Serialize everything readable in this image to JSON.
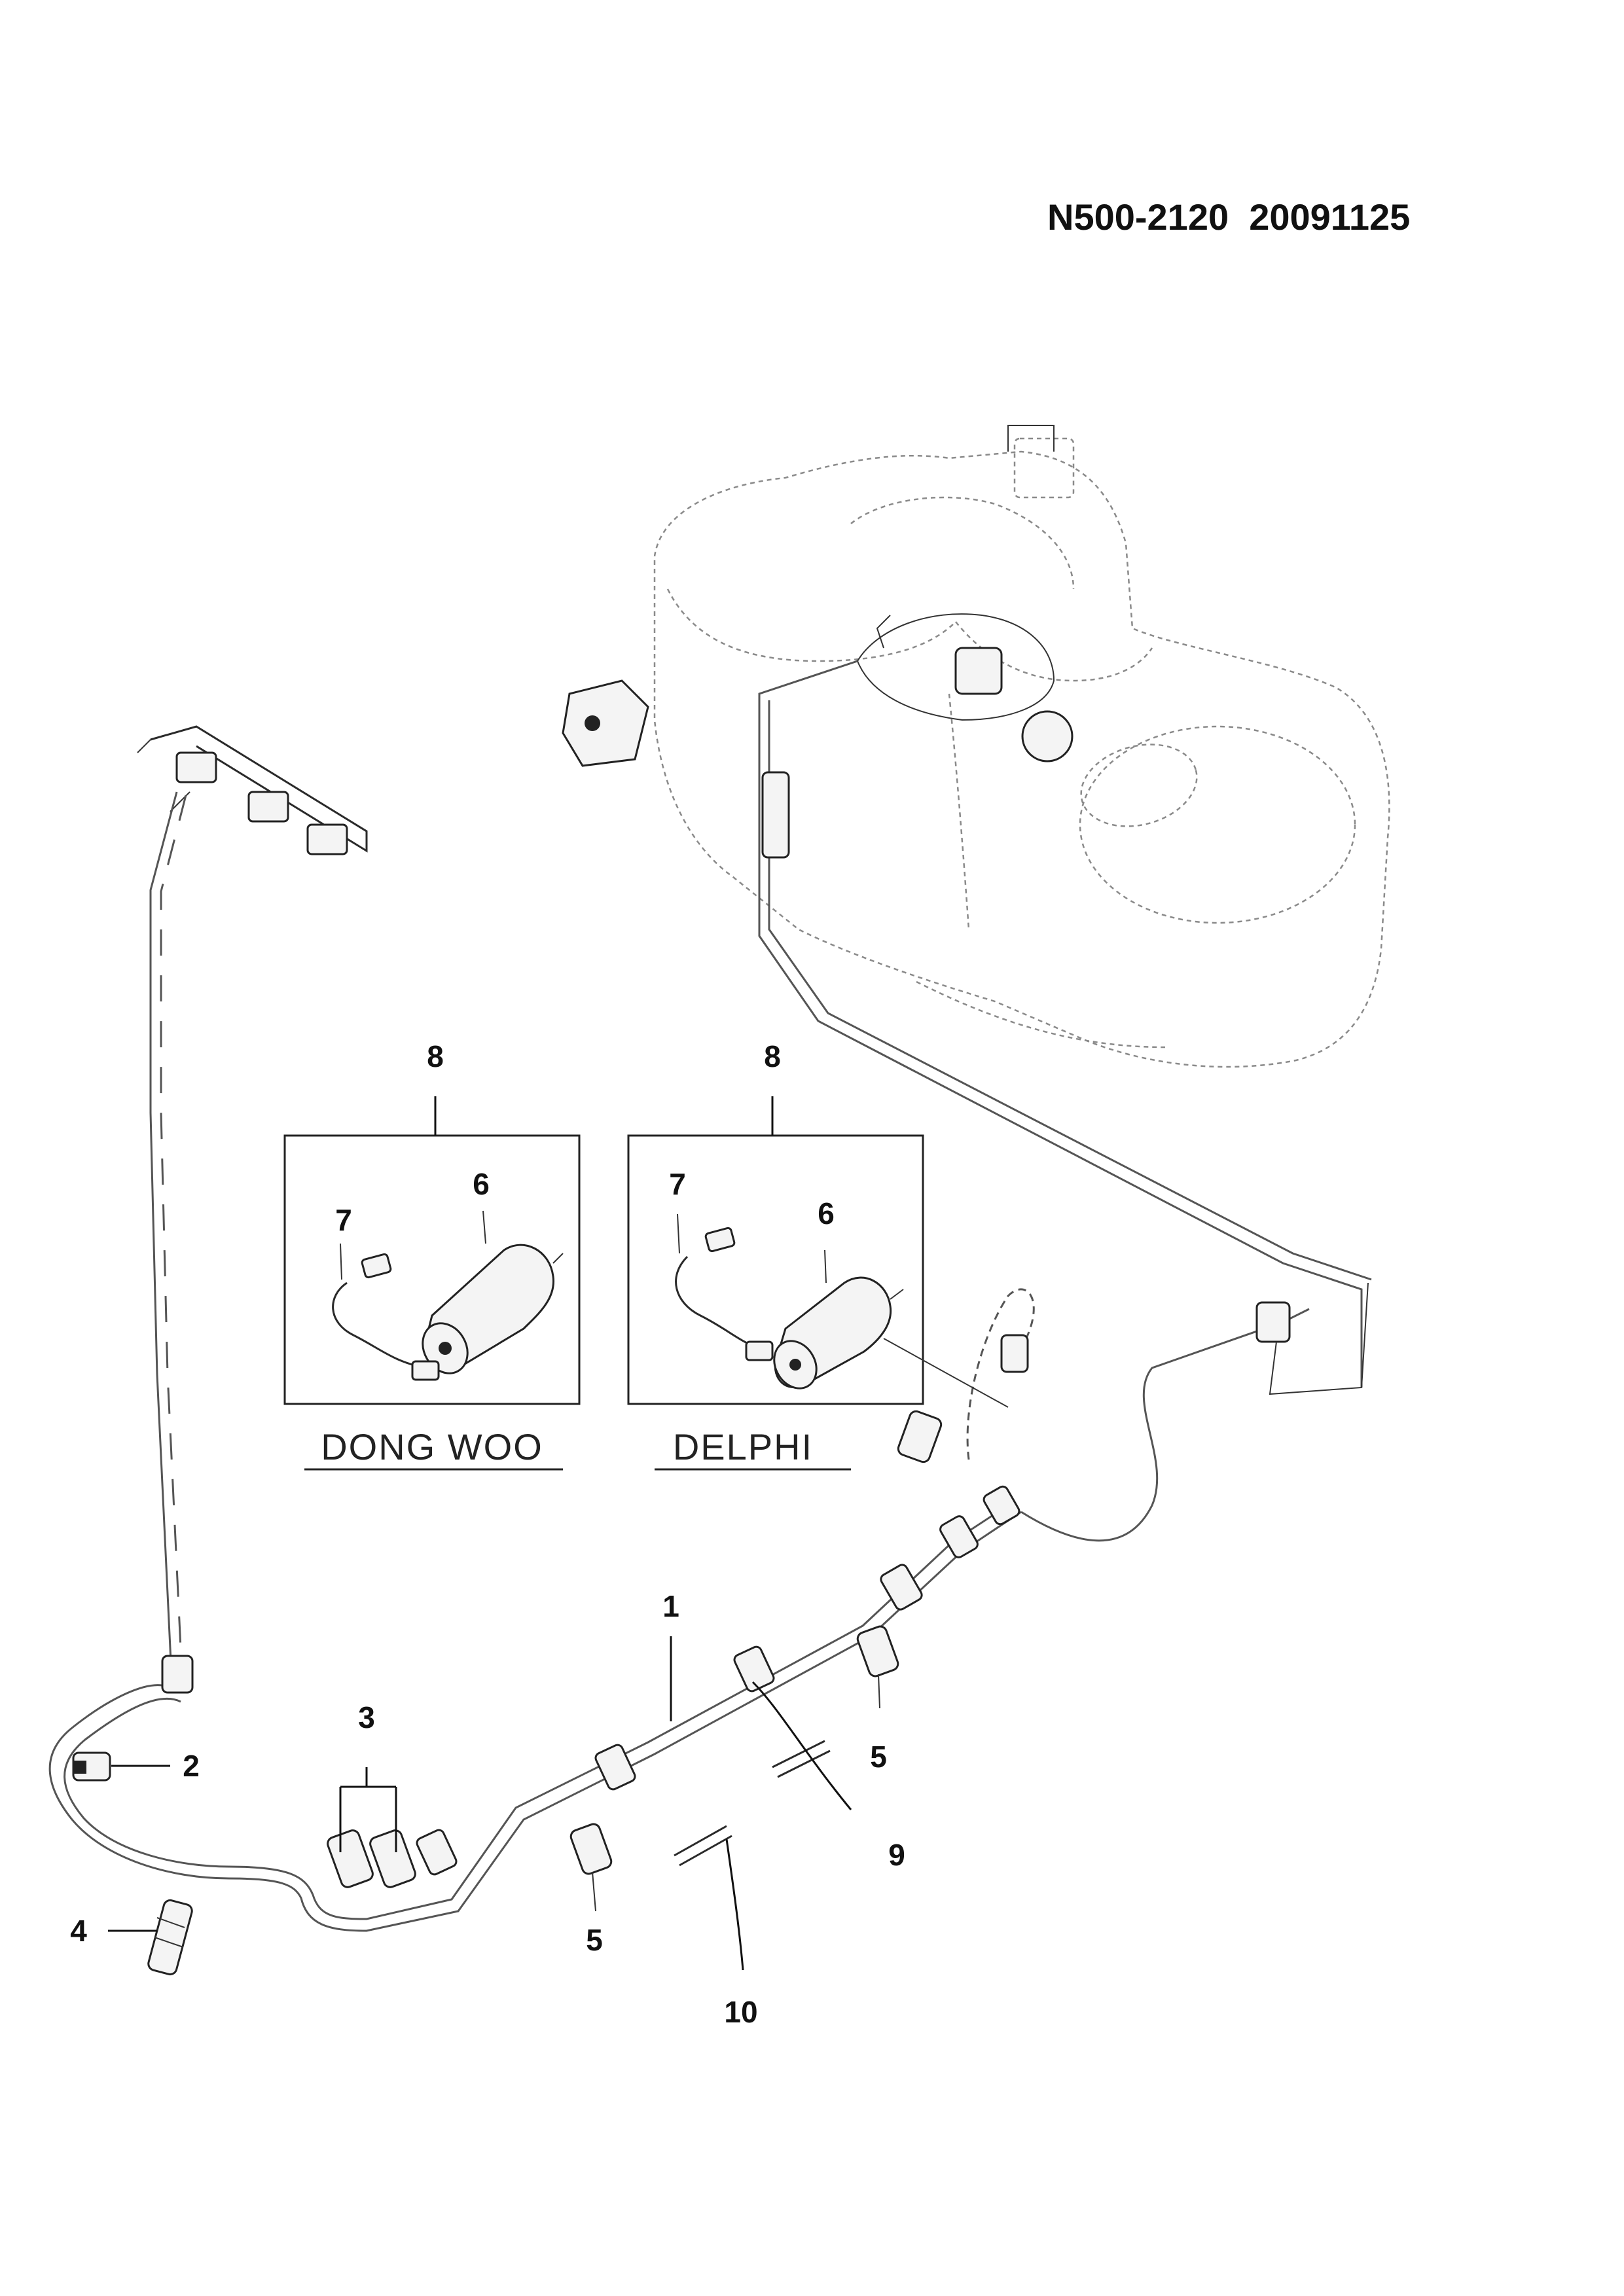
{
  "header": {
    "document_code": "N500-2120  20091125"
  },
  "inset_boxes": [
    {
      "part_number": "8",
      "brand": "DONG WOO",
      "labels": {
        "filter": "6",
        "harness": "7"
      }
    },
    {
      "part_number": "8",
      "brand": "DELPHI",
      "labels": {
        "filter": "6",
        "harness": "7"
      }
    }
  ],
  "callouts": {
    "fuel_line": "1",
    "clip": "2",
    "double_clip": "3",
    "connector": "4",
    "clip_left": "5",
    "clip_right": "5",
    "pipe_sleeve_upper": "9",
    "pipe_sleeve_lower": "10"
  }
}
